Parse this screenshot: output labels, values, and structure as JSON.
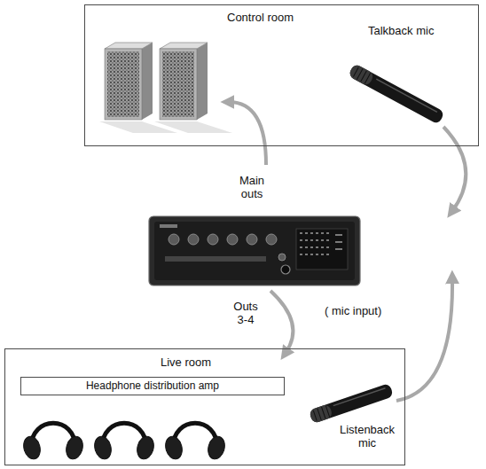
{
  "diagram": {
    "nodes": [
      {
        "text": [
          "Control room"
        ]
      },
      {
        "text": [
          "Live room"
        ]
      },
      {
        "text": [
          "Headphone distribution amp"
        ],
        "in": 1
      }
    ],
    "labels": [
      "Talkback mic",
      "Main outs",
      "Outs 3-4",
      "( mic input)",
      "Listenback mic"
    ]
  }
}
